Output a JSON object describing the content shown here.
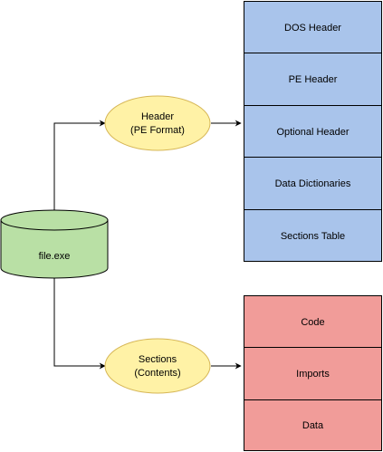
{
  "file": {
    "label": "file.exe"
  },
  "header_node": {
    "line1": "Header",
    "line2": "(PE Format)"
  },
  "sections_node": {
    "line1": "Sections",
    "line2": "(Contents)"
  },
  "header_blocks": [
    "DOS Header",
    "PE Header",
    "Optional Header",
    "Data Dictionaries",
    "Sections Table"
  ],
  "section_blocks": [
    "Code",
    "Imports",
    "Data"
  ],
  "colors": {
    "cylinder_fill": "#b9e0a5",
    "cylinder_stroke": "#000000",
    "ellipse_fill": "#fff2a6",
    "ellipse_stroke": "#d6b656",
    "header_block_fill": "#a9c4eb",
    "header_block_stroke": "#000000",
    "section_block_fill": "#f19c99",
    "section_block_stroke": "#000000",
    "connector": "#000000"
  }
}
